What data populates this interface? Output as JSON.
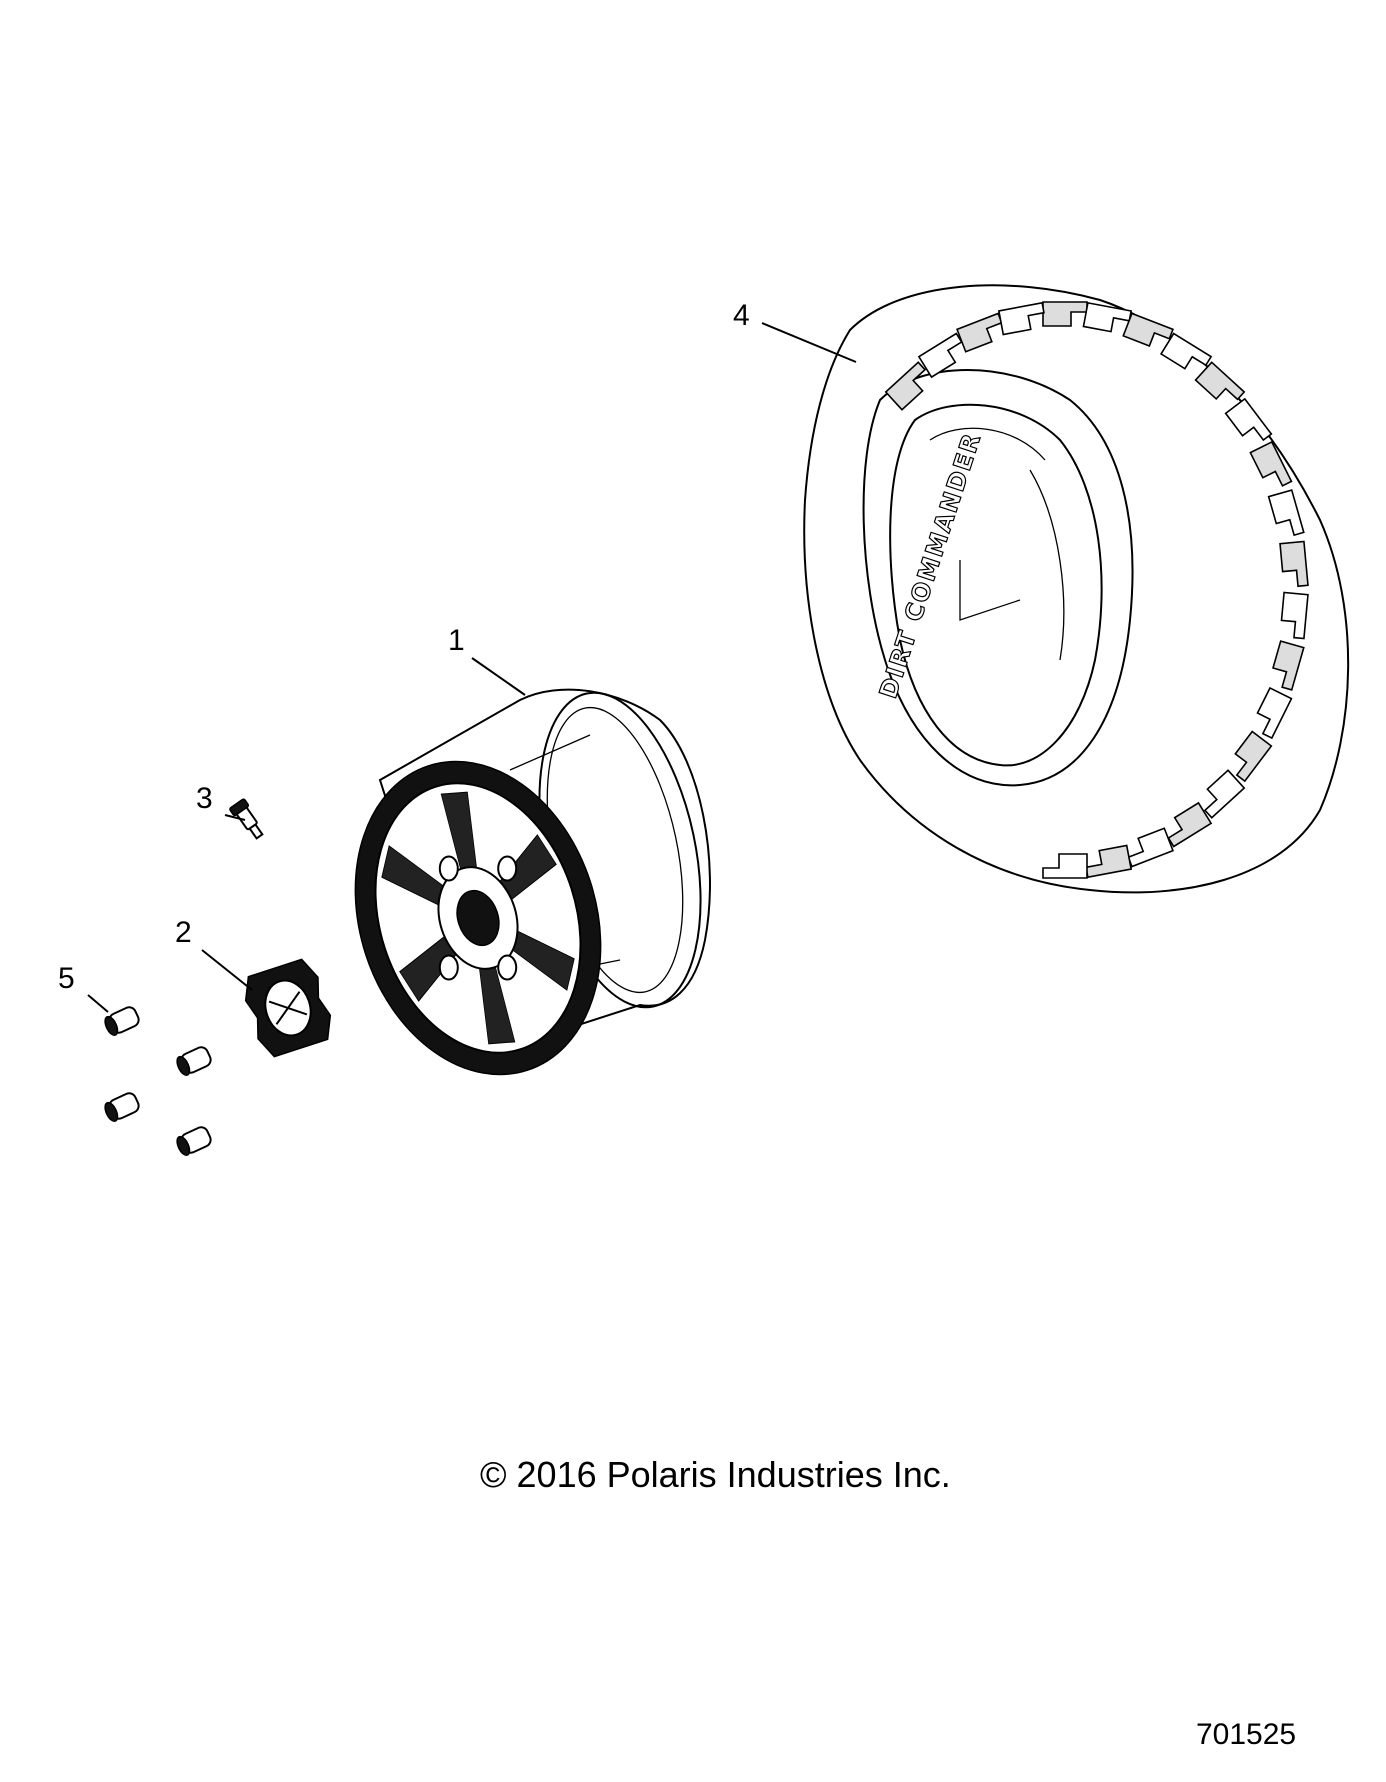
{
  "callouts": [
    {
      "id": "1",
      "label": "1"
    },
    {
      "id": "2",
      "label": "2"
    },
    {
      "id": "3",
      "label": "3"
    },
    {
      "id": "4",
      "label": "4"
    },
    {
      "id": "5",
      "label": "5"
    }
  ],
  "tire": {
    "sidewall_text": "DIRT COMMANDER"
  },
  "copyright": "© 2016 Polaris Industries Inc.",
  "figure_number": "701525",
  "colors": {
    "line": "#000000",
    "background": "#ffffff"
  }
}
